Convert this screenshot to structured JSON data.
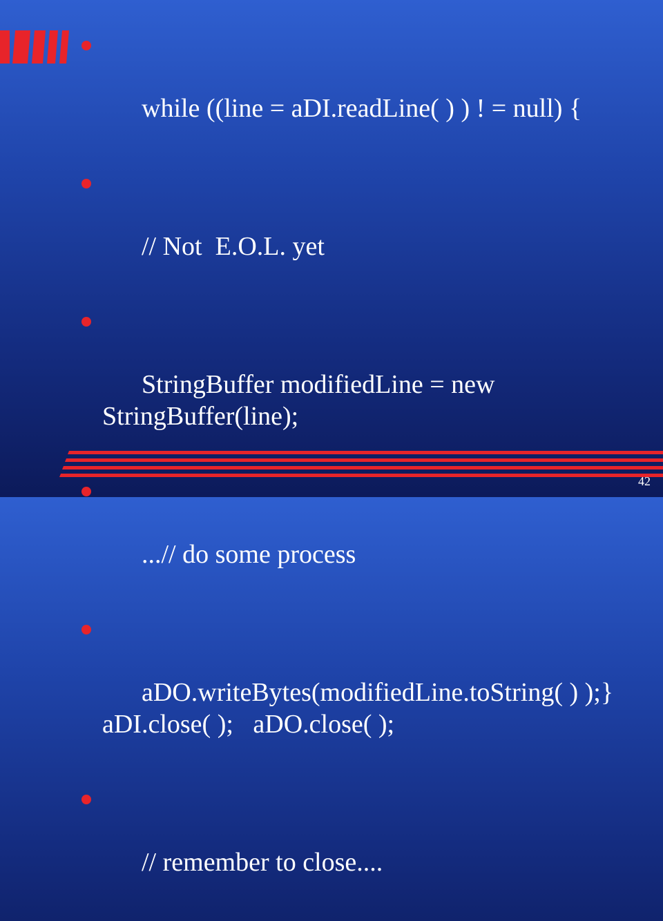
{
  "slide": {
    "bullets": [
      {
        "text": "while ((line = aDI.readLine( ) ) ! = null) {"
      },
      {
        "text": "// Not  E.O.L. yet"
      },
      {
        "text": "StringBuffer modifiedLine = new StringBuffer(line);"
      },
      {
        "text": "...// do some process"
      },
      {
        "text": "aDO.writeBytes(modifiedLine.toString( ) );}   aDI.close( );   aDO.close( );"
      },
      {
        "text": "// remember to close...."
      }
    ],
    "page_number": "42"
  },
  "colors": {
    "accent": "#e8242a",
    "text": "#ffffff",
    "background_top": "#2f5fd0",
    "background_bottom": "#0c1a5a"
  }
}
